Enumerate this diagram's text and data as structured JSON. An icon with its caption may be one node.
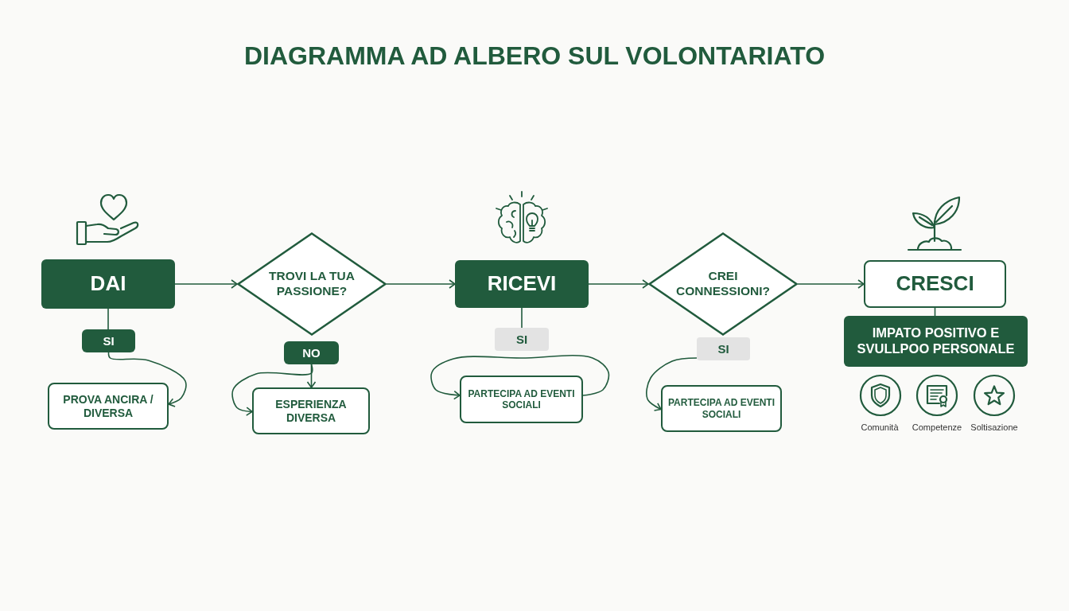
{
  "diagram": {
    "title": "DIAGRAMMA AD ALBERO SUL VOLONTARIATO",
    "nodes": [
      {
        "text": [
          "DAI"
        ]
      },
      {
        "text": [
          "SI"
        ]
      },
      {
        "text": [
          "PROVA ANCIRA / DIVERSA"
        ]
      },
      {
        "text": [
          "TROVI LA TUA PASSIONE?"
        ]
      },
      {
        "text": [
          "NO"
        ]
      },
      {
        "text": [
          "ESPERIENZA DIVERSA"
        ]
      },
      {
        "text": [
          "RICEVI"
        ]
      },
      {
        "text": [
          "SI"
        ]
      },
      {
        "text": [
          "PARTECIPA AD EVENTI SOCIALI"
        ]
      },
      {
        "text": [
          "CREI CONNESSIONI?"
        ]
      },
      {
        "text": [
          "SI"
        ]
      },
      {
        "text": [
          "PARTECIPA AD EVENTI SOCIALI"
        ]
      },
      {
        "text": [
          "CRESCI"
        ]
      },
      {
        "text": [
          "IMPATO POSITIVO E SVULLPOO PERSONALE"
        ]
      }
    ],
    "edges": [
      {
        "from": 0,
        "to": 3,
        "arrow": "to"
      },
      {
        "from": 3,
        "to": 6,
        "arrow": "to"
      },
      {
        "from": 6,
        "to": 9,
        "arrow": "to"
      },
      {
        "from": 9,
        "to": 12,
        "arrow": "to"
      },
      {
        "from": 0,
        "to": 1,
        "arrow": "none"
      },
      {
        "from": 1,
        "to": 2,
        "arrow": "to"
      },
      {
        "from": 4,
        "to": 5,
        "arrow": "to"
      },
      {
        "from": 4,
        "to": 5,
        "arrow": "to"
      },
      {
        "from": 8,
        "to": 8,
        "arrow": "to"
      },
      {
        "from": 10,
        "to": 11,
        "arrow": "to"
      },
      {
        "from": 6,
        "to": 7,
        "arrow": "none"
      },
      {
        "from": 12,
        "to": 13,
        "arrow": "none"
      }
    ],
    "labels": [
      "Comunità",
      "Competenze",
      "Soltisazione"
    ]
  }
}
